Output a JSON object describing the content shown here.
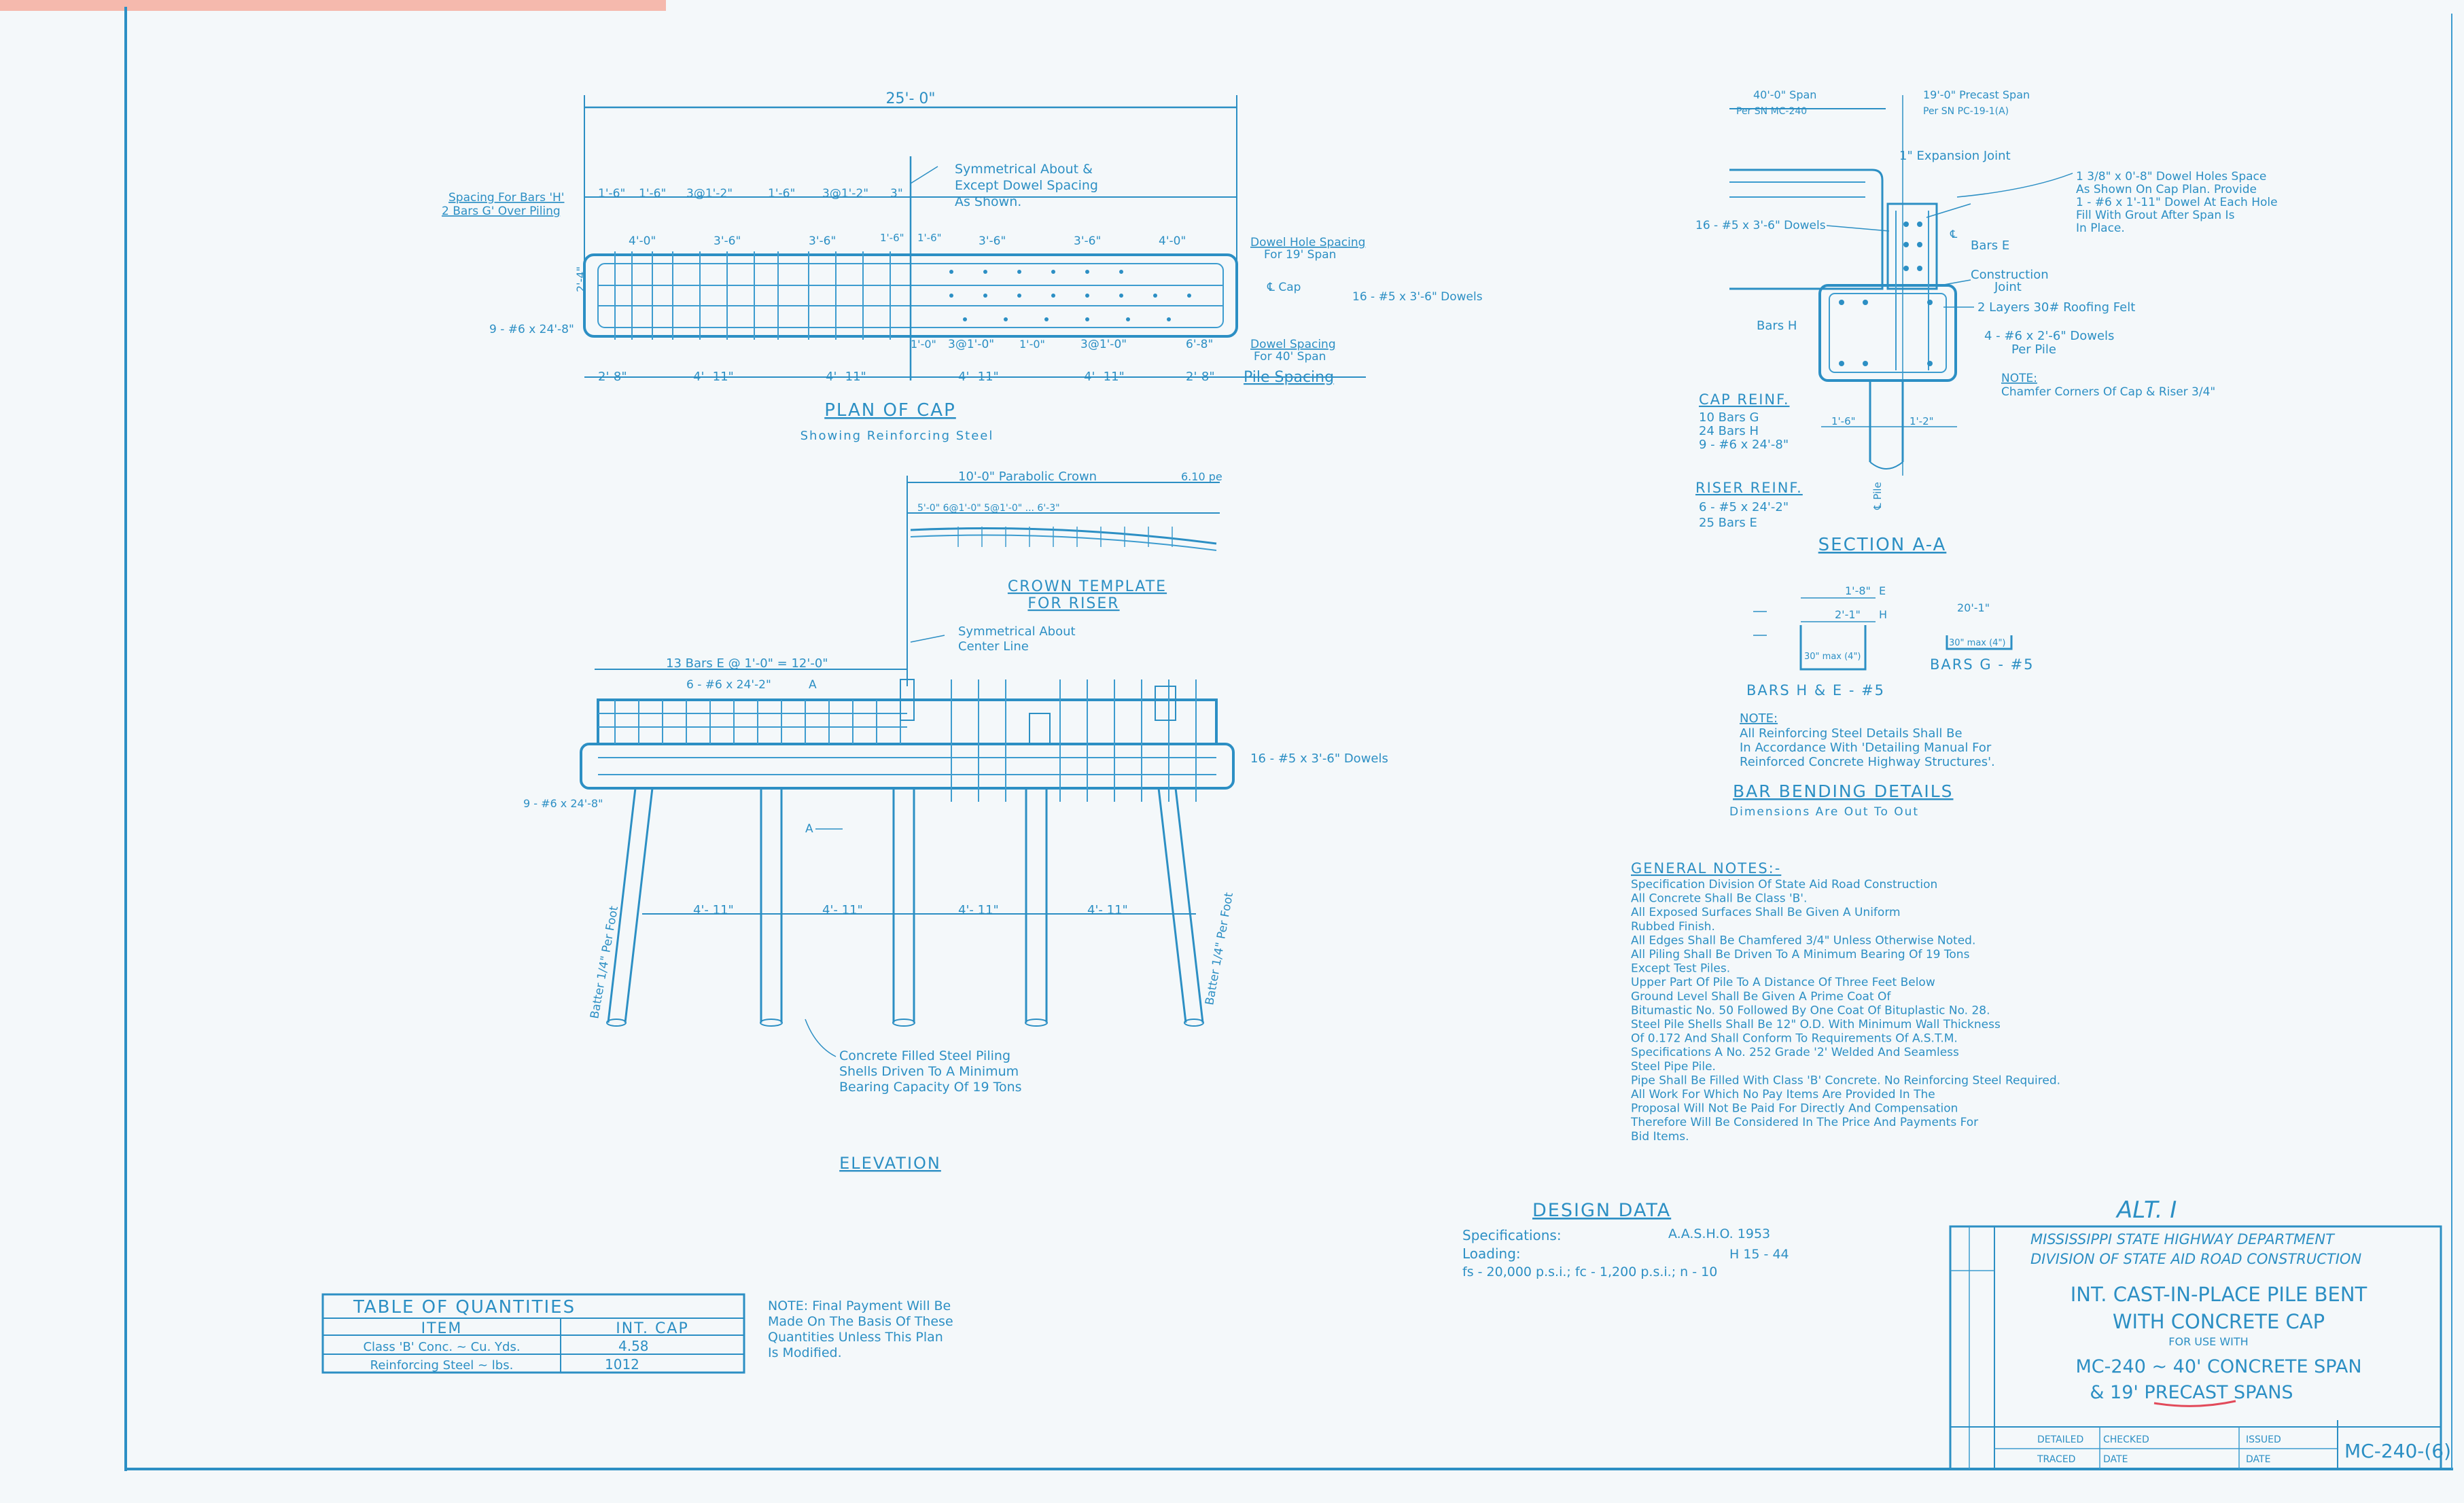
{
  "plan_of_cap": {
    "overall_dim": "25'- 0\"",
    "spacing_note_1": "Spacing For Bars 'H'",
    "spacing_note_2": "2 Bars G' Over Piling",
    "top_dims": [
      "1'-6\"",
      "1'-6\"",
      "3@1'-2\"",
      "1'-6\"",
      "3@1'-2\"",
      "3\""
    ],
    "mid_dims": [
      "4'-0\"",
      "3'-6\"",
      "3'-6\"",
      "1'-6\"",
      "1'-6\"",
      "3'-6\"",
      "3'-6\"",
      "4'-0\""
    ],
    "symmetrical_note": [
      "Symmetrical About &",
      "Except Dowel Spacing",
      "As Shown."
    ],
    "dowel_hole_spacing": [
      "Dowel Hole Spacing",
      "For 19' Span"
    ],
    "cap_label": "℄ Cap",
    "dowels_right": "16 - #5 x 3'-6\" Dowels",
    "left_bar": "9 - #6 x 24'-8\"",
    "side_dim": "2'-4\"",
    "bottom_dims_1": [
      "1'-0\"",
      "3@1'-0\"",
      "1'-0\"",
      "3@1'-0\"",
      "6'-8\""
    ],
    "dowel_spacing_40": [
      "Dowel Spacing",
      "For 40' Span"
    ],
    "pile_dims": [
      "2'-8\"",
      "4'- 11\"",
      "4'- 11\"",
      "4'- 11\"",
      "4'- 11\"",
      "2'-8\""
    ],
    "pile_spacing": "Pile Spacing",
    "title": "PLAN  OF  CAP",
    "subtitle": "Showing  Reinforcing  Steel"
  },
  "crown_template": {
    "top": "10'-0\" Parabolic Crown",
    "slope": "6.10 pe",
    "dims": "5'-0\"  6@1'-0\" 5@1'-0\" ...  6'-3\"",
    "title_1": "CROWN  TEMPLATE",
    "title_2": "FOR  RISER"
  },
  "elevation": {
    "symmetrical": [
      "Symmetrical  About",
      "Center  Line"
    ],
    "bars_e": "13 Bars E @ 1'-0\" = 12'-0\"",
    "bars_top": "6 - #6 x 24'-2\"",
    "section_mark": "A",
    "dowels": "16 - #5 x 3'-6\" Dowels",
    "left_bar": "9 - #6 x 24'-8\"",
    "pile_dims": [
      "4'- 11\"",
      "4'- 11\"",
      "4'- 11\"",
      "4'- 11\""
    ],
    "batter_left": "Batter 1/4\" Per Foot",
    "batter_right": "Batter 1/4\" Per Foot",
    "piling_note": [
      "Concrete Filled Steel Piling",
      "Shells Driven To A Minimum",
      "Bearing Capacity Of 19 Tons"
    ],
    "title": "ELEVATION"
  },
  "section_aa": {
    "span_40": "40'-0\" Span",
    "span_40_ref": "Per SN MC-240",
    "span_19": "19'-0\" Precast Span",
    "span_19_ref": "Per SN PC-19-1(A)",
    "expansion": "1\" Expansion Joint",
    "dowel_note": [
      "1 3/8\" x 0'-8\" Dowel Holes Space",
      "As Shown On Cap Plan. Provide",
      "1 - #6 x 1'-11\" Dowel At Each Hole",
      "Fill With Grout After Span Is",
      "In Place."
    ],
    "dowels_left": "16 - #5 x 3'-6\" Dowels",
    "cl_label": "℄",
    "bars_e": "Bars E",
    "construction_joint": [
      "Construction",
      "Joint"
    ],
    "roofing_felt": "2 Layers 30# Roofing Felt",
    "bars_h": "Bars H",
    "dowels_pile": [
      "4 - #6 x 2'-6\" Dowels",
      "Per Pile"
    ],
    "note_label": "NOTE:",
    "chamfer_note": "Chamfer Corners Of Cap & Riser 3/4\"",
    "cap_reinf_title": "CAP  REINF.",
    "cap_reinf": [
      "10 Bars G",
      "24 Bars H",
      "9 - #6 x 24'-8\""
    ],
    "riser_reinf_title": "RISER  REINF.",
    "riser_reinf": [
      "6 - #5 x 24'-2\"",
      "25 Bars E"
    ],
    "pile_label": "℄ Pile",
    "dims": [
      "1'-6\"",
      "1'-2\""
    ],
    "title": "SECTION  A-A"
  },
  "bar_bending": {
    "e_dim": "1'-8\"",
    "h_dim": "2'-1\"",
    "e_label": "E",
    "h_label": "H",
    "hook": "30\" max (4\")",
    "g_dim": "20'-1\"",
    "g_hook": "30\" max (4\")",
    "bars_he": "BARS  H & E - #5",
    "bars_g": "BARS  G - #5",
    "note_title": "NOTE:",
    "note": [
      "All Reinforcing Steel Details Shall Be",
      "In Accordance With 'Detailing Manual For",
      "Reinforced Concrete Highway Structures'."
    ],
    "title": "BAR  BENDING  DETAILS",
    "subtitle": "Dimensions  Are  Out  To  Out"
  },
  "general_notes": {
    "title": "GENERAL  NOTES:-",
    "lines": [
      "Specification  Division  Of  State  Aid  Road  Construction",
      "All  Concrete  Shall  Be  Class  'B'.",
      "All  Exposed  Surfaces  Shall  Be  Given  A  Uniform",
      "     Rubbed  Finish.",
      "All  Edges  Shall  Be  Chamfered  3/4\"  Unless  Otherwise  Noted.",
      "All  Piling  Shall  Be  Driven  To  A  Minimum  Bearing  Of  19  Tons",
      "     Except  Test  Piles.",
      "Upper  Part  Of  Pile  To  A  Distance  Of  Three  Feet  Below",
      "     Ground  Level  Shall  Be  Given  A  Prime  Coat  Of",
      "     Bitumastic  No. 50  Followed  By  One  Coat  Of  Bituplastic  No. 28.",
      "Steel  Pile  Shells  Shall  Be  12\" O.D.  With  Minimum  Wall  Thickness",
      "     Of  0.172  And  Shall  Conform  To  Requirements  Of  A.S.T.M.",
      "     Specifications  A  No. 252  Grade  '2'  Welded  And  Seamless",
      "     Steel  Pipe  Pile.",
      "Pipe  Shall  Be  Filled  With  Class 'B'  Concrete.  No  Reinforcing  Steel  Required.",
      "All  Work  For  Which  No  Pay  Items  Are  Provided  In  The",
      "     Proposal  Will  Not  Be  Paid  For  Directly  And  Compensation",
      "     Therefore  Will  Be  Considered  In  The  Price  And  Payments  For",
      "     Bid  Items."
    ]
  },
  "design_data": {
    "title": "DESIGN  DATA",
    "spec_label": "Specifications:",
    "spec_value": "A.A.S.H.O. 1953",
    "loading_label": "Loading:",
    "loading_value": "H 15 - 44",
    "stress": "fs - 20,000 p.s.i.;  fc - 1,200 p.s.i.;  n - 10"
  },
  "quantities": {
    "title": "TABLE   OF   QUANTITIES",
    "headers": [
      "ITEM",
      "INT. CAP"
    ],
    "rows": [
      [
        "Class 'B' Conc. ~ Cu. Yds.",
        "4.58"
      ],
      [
        "Reinforcing Steel ~ lbs.",
        "1012"
      ]
    ],
    "note": [
      "NOTE:  Final  Payment  Will  Be",
      "Made  On  The  Basis  Of  These",
      "Quantities  Unless  This  Plan",
      "Is  Modified."
    ]
  },
  "title_block": {
    "alt": "ALT.  I",
    "dept_1": "MISSISSIPPI  STATE  HIGHWAY  DEPARTMENT",
    "dept_2": "DIVISION  OF  STATE  AID  ROAD  CONSTRUCTION",
    "title_1": "INT. CAST-IN-PLACE  PILE  BENT",
    "title_2": "WITH  CONCRETE  CAP",
    "for_use": "FOR  USE  WITH",
    "title_3": "MC-240 ~ 40' CONCRETE  SPAN",
    "title_4": "& 19' PRECAST  SPANS",
    "detailed": "DETAILED",
    "traced": "TRACED",
    "checked": "CHECKED",
    "date": "DATE",
    "issued": "ISSUED",
    "date2": "DATE",
    "sheet_no": "MC-240-(6)"
  }
}
